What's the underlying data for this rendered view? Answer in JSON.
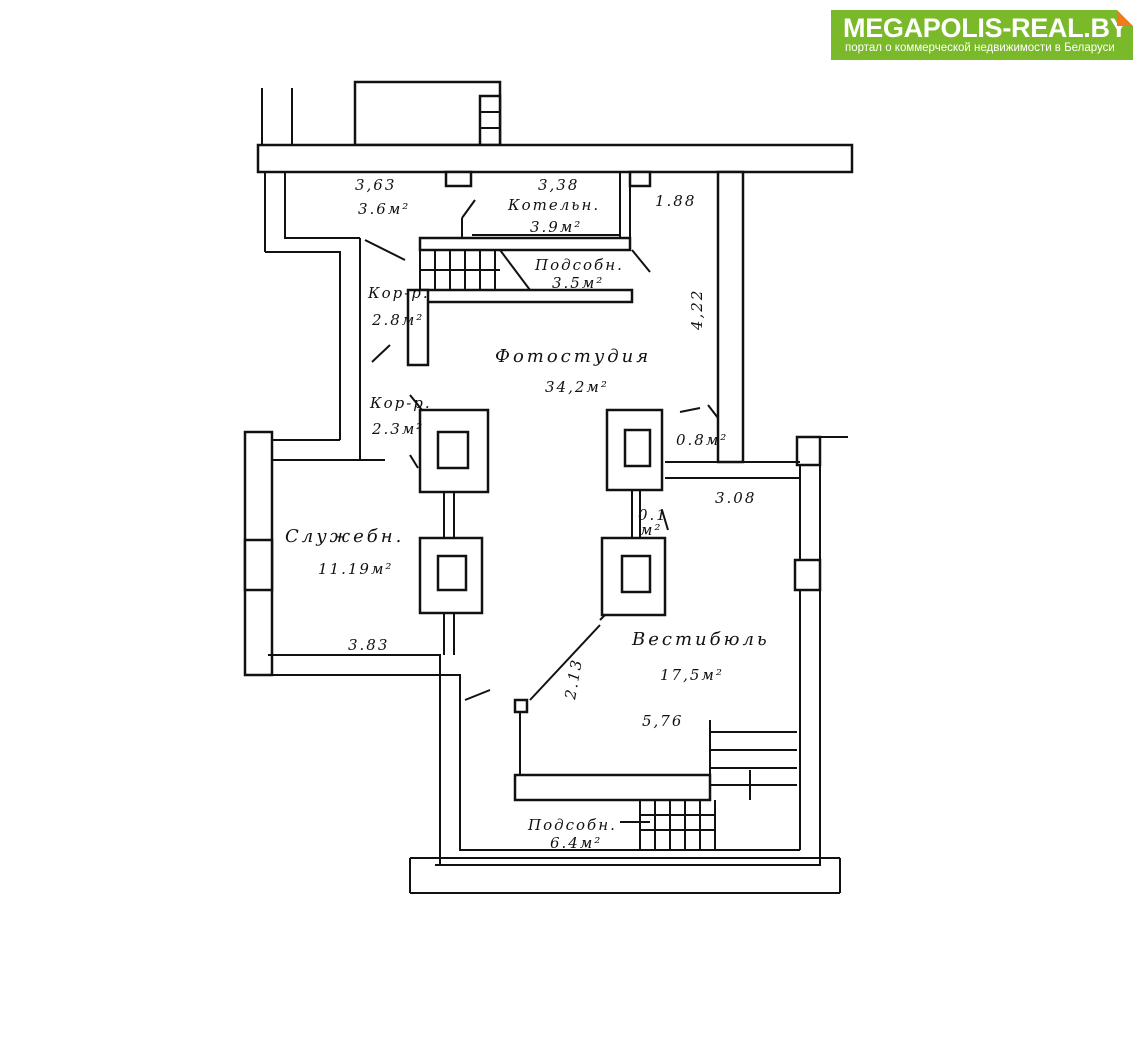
{
  "logo": {
    "title": "MEGAPOLIS-REAL.BY",
    "subtitle": "портал о коммерческой недвижимости в Беларуси",
    "brand_color": "#7ab929",
    "accent_color": "#f07a1c"
  },
  "plan": {
    "labels": {
      "dim_363": "3,63",
      "area_36": "3.6м²",
      "dim_338": "3,38",
      "kotelnaya": "Котельн.",
      "area_39": "3.9м²",
      "dim_188": "1.88",
      "podsobn1": "Подсобн.",
      "area_35": "3.5м²",
      "korr1": "Кор-р.",
      "area_28": "2.8м²",
      "fotostudio": "Фотостудия",
      "area_342": "34,2м²",
      "dim_422": "4,22",
      "korr2": "Кор-р.",
      "area_23": "2.3м²",
      "area_08": "0.8м²",
      "sluzhebn": "Служебн.",
      "area_1119": "11.19м²",
      "dim_383": "3.83",
      "area_01": "0.1",
      "area_01_unit": "м²",
      "dim_308": "3.08",
      "vestibul": "Вестибюль",
      "area_175": "17,5м²",
      "dim_213": "2.13",
      "dim_576": "5,76",
      "podsobn2": "Подсобн.",
      "area_64": "6.4м²"
    }
  }
}
